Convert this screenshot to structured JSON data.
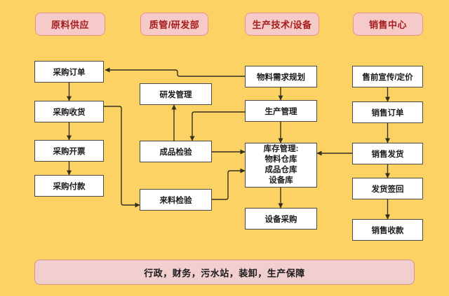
{
  "colors": {
    "background": "#FCD264",
    "header_fill": "#F7CACA",
    "header_border": "#E89090",
    "header_text": "#A41D1D",
    "node_fill": "#FFFFFF",
    "node_border": "#4A4A4A",
    "node_text": "#1A1A1A",
    "line": "#34301C",
    "footer_fill": "#F2CFCF",
    "footer_border": "#DA8F8F",
    "footer_text": "#1A1A1A"
  },
  "headers": {
    "raw_material_supply": "原料供应",
    "quality_rd": "质管/研发部",
    "production_equipment": "生产技术/设备",
    "sales_center": "销售中心"
  },
  "nodes": {
    "purchase_order": "采购订单",
    "purchase_receipt": "采购收货",
    "purchase_invoicing": "采购开票",
    "purchase_payment": "采购付款",
    "rd_management": "研发管理",
    "finished_goods_inspection": "成品检验",
    "incoming_inspection": "来料检验",
    "material_requirements_planning": "物料需求规划",
    "production_management": "生产管理",
    "inventory_management_line1": "库存管理:",
    "inventory_management_line2": "物料仓库",
    "inventory_management_line3": "成品仓库",
    "inventory_management_line4": "设备库",
    "equipment_procurement": "设备采购",
    "presales_promotion_pricing": "售前宣传/定价",
    "sales_order": "销售订单",
    "sales_shipping": "销售发货",
    "shipment_signback": "发货签回",
    "sales_collection": "销售收款"
  },
  "edges": [
    {
      "from": "material_requirements_planning",
      "to": "purchase_order"
    },
    {
      "from": "purchase_order",
      "to": "purchase_receipt"
    },
    {
      "from": "purchase_receipt",
      "to": "purchase_invoicing"
    },
    {
      "from": "purchase_invoicing",
      "to": "purchase_payment"
    },
    {
      "from": "purchase_receipt",
      "to": "incoming_inspection"
    },
    {
      "from": "production_management",
      "to": "finished_goods_inspection"
    },
    {
      "from": "finished_goods_inspection",
      "to": "rd_management"
    },
    {
      "from": "finished_goods_inspection",
      "to": "inventory_management"
    },
    {
      "from": "incoming_inspection",
      "to": "inventory_management"
    },
    {
      "from": "material_requirements_planning",
      "to": "production_management"
    },
    {
      "from": "production_management",
      "to": "inventory_management"
    },
    {
      "from": "inventory_management",
      "to": "equipment_procurement"
    },
    {
      "from": "presales_promotion_pricing",
      "to": "sales_order"
    },
    {
      "from": "sales_order",
      "to": "sales_shipping"
    },
    {
      "from": "sales_shipping",
      "to": "inventory_management"
    },
    {
      "from": "sales_shipping",
      "to": "shipment_signback"
    },
    {
      "from": "shipment_signback",
      "to": "sales_collection"
    }
  ],
  "footer": {
    "label": "行政，财务，污水站，装卸，生产保障"
  }
}
